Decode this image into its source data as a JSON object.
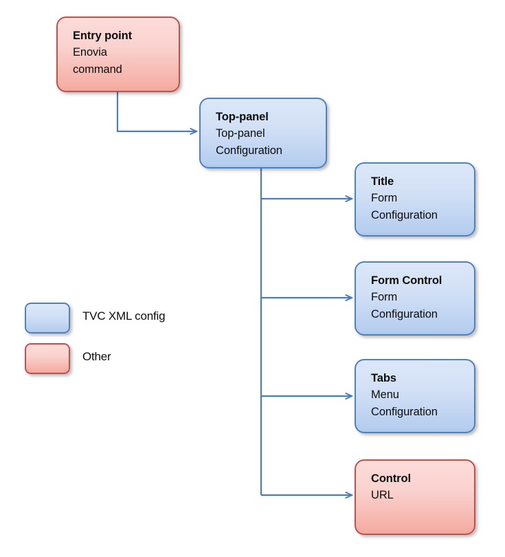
{
  "diagram": {
    "type": "flowchart",
    "background_color": "#ffffff",
    "palette": {
      "blue_fill_top": "#dce7f8",
      "blue_fill_bottom": "#aac6ec",
      "blue_border": "#4f81bd",
      "red_fill_top": "#fcdcd9",
      "red_fill_bottom": "#f3a79d",
      "red_border": "#c0504d",
      "connector": "#4a7ebb",
      "text": "#0d0d0d"
    },
    "nodes": [
      {
        "id": "entry-point",
        "title": "Entry point",
        "sub_line_1": "Enovia",
        "sub_line_2": "command",
        "category": "Other",
        "color": "red"
      },
      {
        "id": "top-panel",
        "title": "Top-panel",
        "sub_line_1": "Top-panel",
        "sub_line_2": "Configuration",
        "category": "TVC XML config",
        "color": "blue"
      },
      {
        "id": "title",
        "title": "Title",
        "sub_line_1": "Form",
        "sub_line_2": "Configuration",
        "category": "TVC XML config",
        "color": "blue"
      },
      {
        "id": "form-control",
        "title": "Form Control",
        "sub_line_1": "Form",
        "sub_line_2": "Configuration",
        "category": "TVC XML config",
        "color": "blue"
      },
      {
        "id": "tabs",
        "title": "Tabs",
        "sub_line_1": "Menu",
        "sub_line_2": "Configuration",
        "category": "TVC XML config",
        "color": "blue"
      },
      {
        "id": "control",
        "title": "Control",
        "sub_line_1": "URL",
        "sub_line_2": "",
        "category": "Other",
        "color": "red"
      }
    ],
    "edges": [
      {
        "from": "entry-point",
        "to": "top-panel",
        "style": "elbow-arrow"
      },
      {
        "from": "top-panel",
        "to": "title",
        "style": "elbow-arrow"
      },
      {
        "from": "top-panel",
        "to": "form-control",
        "style": "elbow-arrow"
      },
      {
        "from": "top-panel",
        "to": "tabs",
        "style": "elbow-arrow"
      },
      {
        "from": "top-panel",
        "to": "control",
        "style": "elbow-arrow"
      }
    ]
  },
  "legend": {
    "items": [
      {
        "label": "TVC XML config",
        "color": "blue"
      },
      {
        "label": "Other",
        "color": "red"
      }
    ]
  }
}
